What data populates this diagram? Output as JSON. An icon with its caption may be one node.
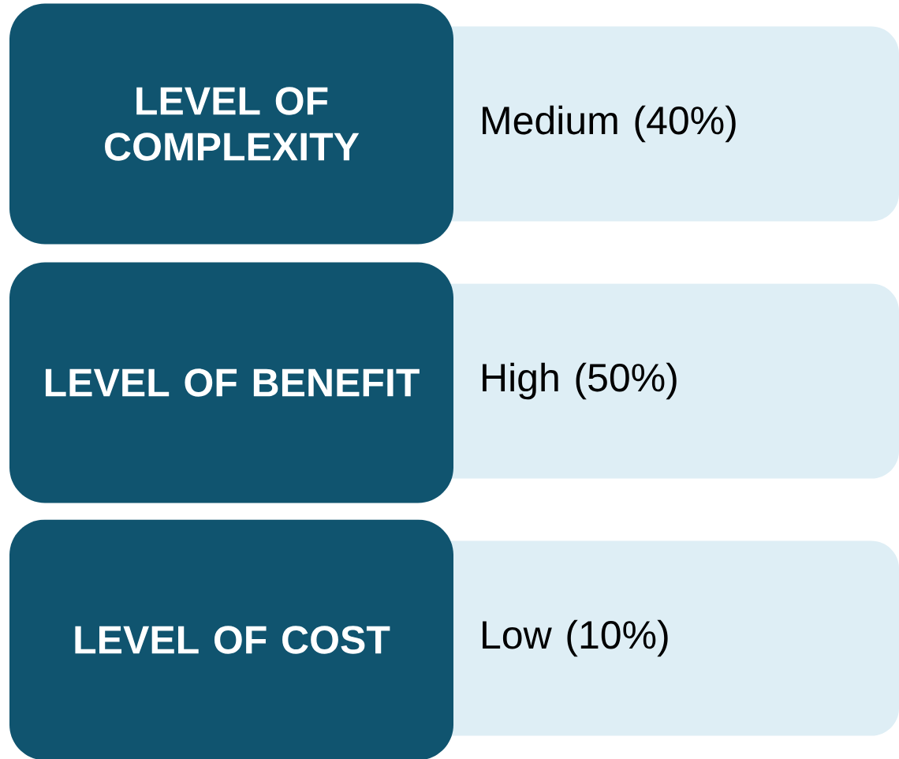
{
  "diagram": {
    "nodes": [
      {
        "text": [
          "LEVEL OF COMPLEXITY"
        ]
      },
      {
        "text": [
          "Medium (40%)"
        ]
      },
      {
        "text": [
          "LEVEL OF BENEFIT"
        ]
      },
      {
        "text": [
          "High (50%)"
        ]
      },
      {
        "text": [
          "LEVEL OF COST"
        ]
      },
      {
        "text": [
          "Low (10%)"
        ]
      }
    ]
  }
}
